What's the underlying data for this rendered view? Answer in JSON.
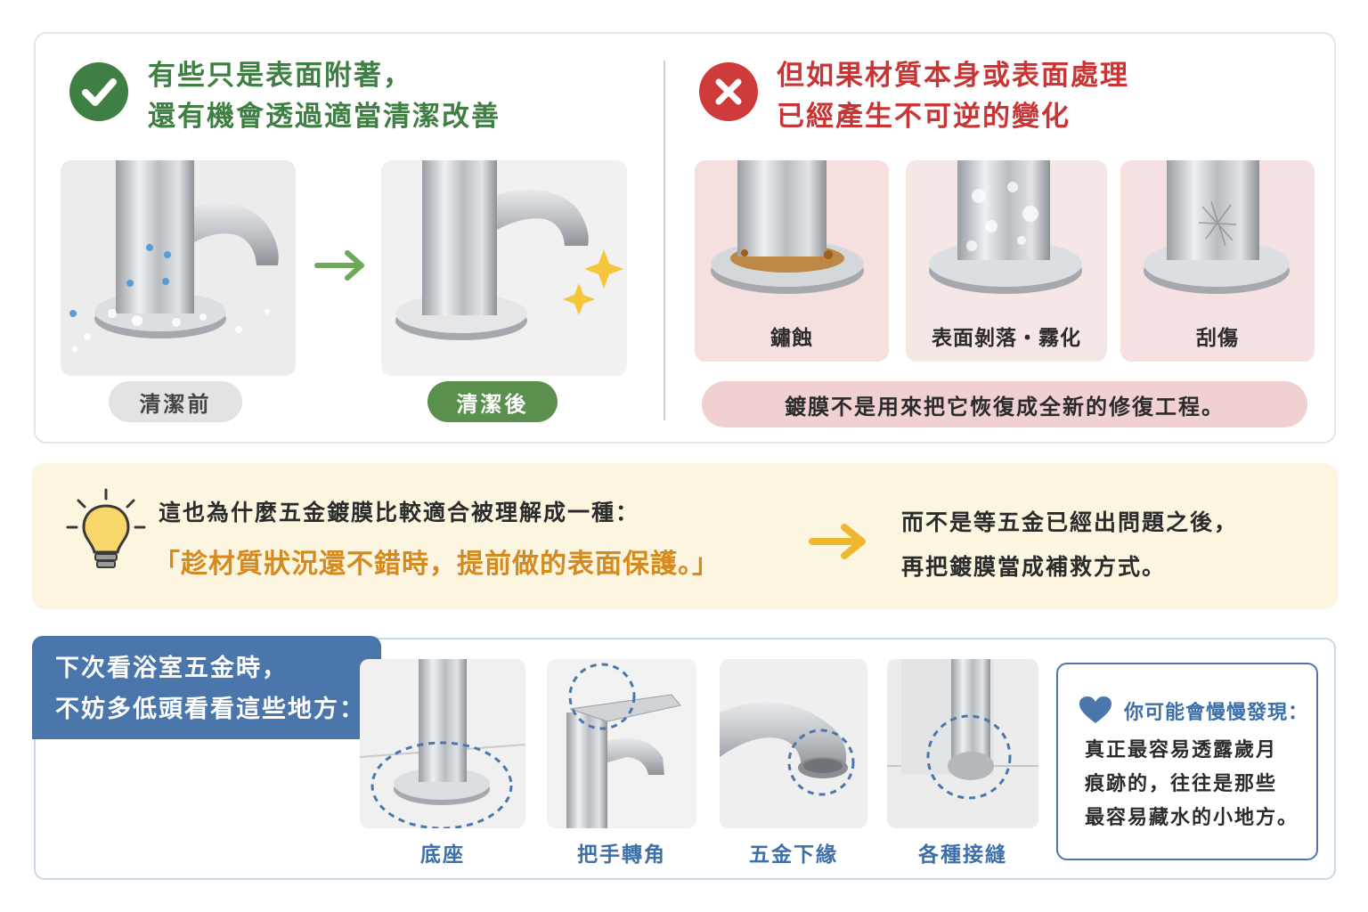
{
  "good_side": {
    "icon": "check-circle-icon",
    "color": "#3f7f43",
    "heading_line1": "有些只是表面附著，",
    "heading_line2": "還有機會透過適當清潔改善",
    "before_label": "清潔前",
    "after_label": "清潔後"
  },
  "bad_side": {
    "icon": "x-circle-icon",
    "color": "#cf3b3b",
    "heading_line1": "但如果材質本身或表面處理",
    "heading_line2": "已經產生不可逆的變化",
    "damage_labels": [
      "鏽蝕",
      "表面剝落・霧化",
      "刮傷"
    ],
    "warning": "鍍膜不是用來把它恢復成全新的修復工程。"
  },
  "insight": {
    "icon": "lightbulb-icon",
    "line1": "這也為什麼五金鍍膜比較適合被理解成一種：",
    "line2": "「趁材質狀況還不錯時，提前做的表面保護。」",
    "right_line1": "而不是等五金已經出問題之後，",
    "right_line2": "再把鍍膜當成補救方式。",
    "accent": "#d58a1f"
  },
  "check_spots": {
    "title_line1": "下次看浴室五金時，",
    "title_line2": "不妨多低頭看看這些地方：",
    "spots": [
      "底座",
      "把手轉角",
      "五金下緣",
      "各種接縫"
    ],
    "note_title": "你可能會慢慢發現：",
    "note_line1": "真正最容易透露歲月",
    "note_line2": "痕跡的，往往是那些",
    "note_line3": "最容易藏水的小地方。",
    "accent": "#4a76ab"
  }
}
